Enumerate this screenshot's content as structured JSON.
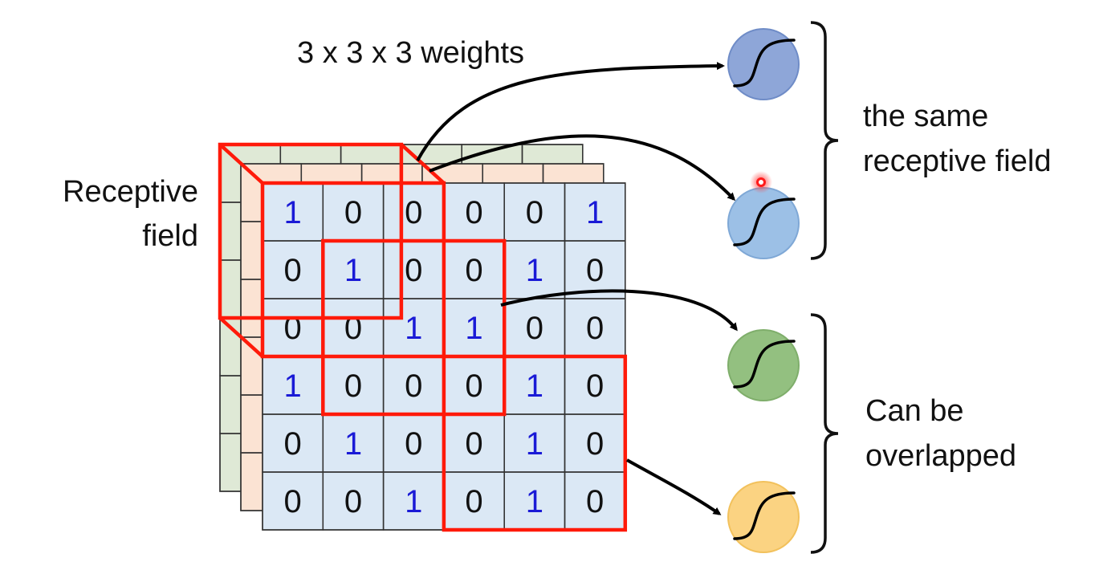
{
  "labels": {
    "weights": "3 x 3 x 3 weights",
    "receptive_field_line1": "Receptive",
    "receptive_field_line2": "field",
    "same_rf_line1": "the same",
    "same_rf_line2": "receptive field",
    "overlap_line1": "Can be",
    "overlap_line2": "overlapped"
  },
  "image": {
    "channels": [
      {
        "name": "back",
        "color": "#dfe9d6"
      },
      {
        "name": "middle",
        "color": "#fbe3d3"
      },
      {
        "name": "front",
        "color": "#dbe8f5"
      }
    ],
    "front_grid": [
      [
        1,
        0,
        0,
        0,
        0,
        1
      ],
      [
        0,
        1,
        0,
        0,
        1,
        0
      ],
      [
        0,
        0,
        1,
        1,
        0,
        0
      ],
      [
        1,
        0,
        0,
        0,
        1,
        0
      ],
      [
        0,
        1,
        0,
        0,
        1,
        0
      ],
      [
        0,
        0,
        1,
        0,
        1,
        0
      ]
    ],
    "one_color": "#1a1ad6",
    "zero_color": "#111111"
  },
  "receptive_fields": [
    {
      "name": "rf-top-left",
      "row": 0,
      "col": 0,
      "size": 3,
      "depth": true
    },
    {
      "name": "rf-center",
      "row": 1,
      "col": 1,
      "size": 3,
      "depth": false
    },
    {
      "name": "rf-bottom-right",
      "row": 3,
      "col": 3,
      "size": 3,
      "depth": false
    }
  ],
  "highlight_color": "#ff1a0a",
  "neurons": [
    {
      "name": "neuron-blue-dark",
      "color": "#8ea6d8",
      "border": "#6f8cc7"
    },
    {
      "name": "neuron-blue-light",
      "color": "#9cc0e6",
      "border": "#7fa8d6"
    },
    {
      "name": "neuron-green",
      "color": "#93c080",
      "border": "#7fae6b"
    },
    {
      "name": "neuron-yellow",
      "color": "#fbd382",
      "border": "#f2c15c"
    }
  ]
}
